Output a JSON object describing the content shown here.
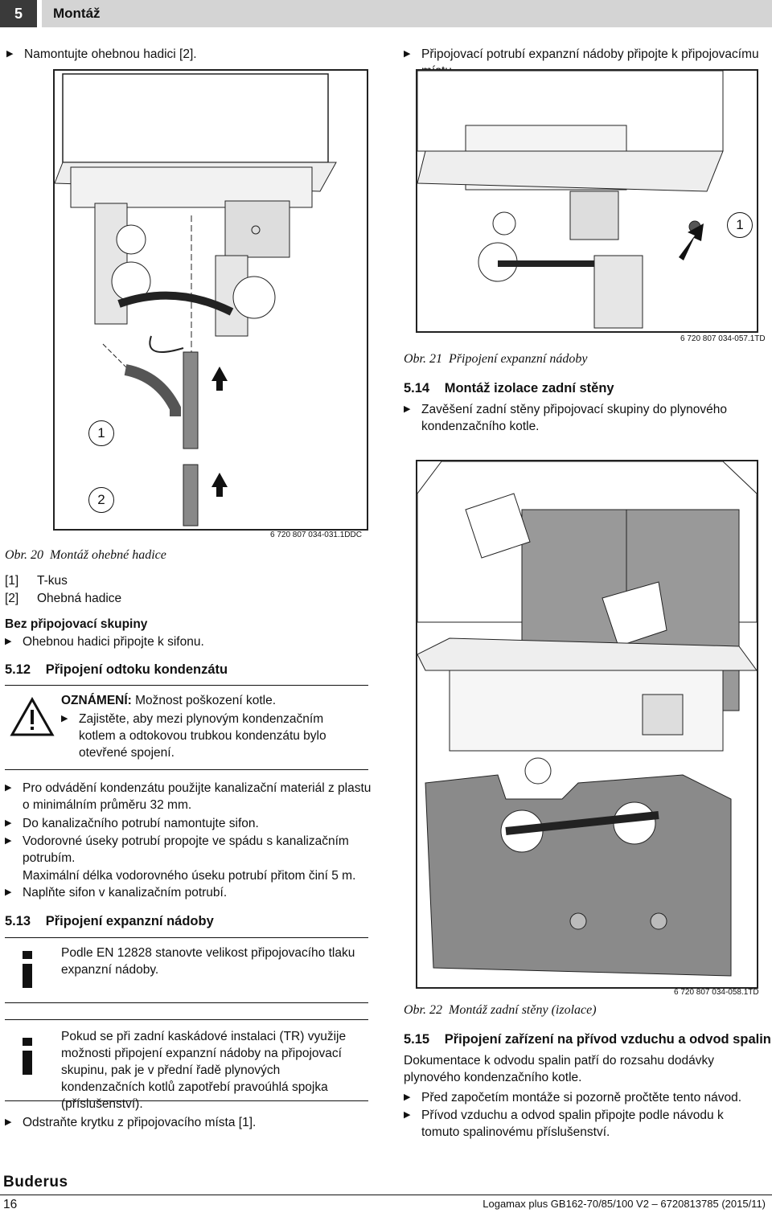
{
  "header": {
    "chapter_number": "5",
    "chapter_title": "Montáž"
  },
  "left": {
    "intro_step": "Namontujte ohebnou hadici [2].",
    "figure20": {
      "callouts": [
        "1",
        "2"
      ],
      "code": "6 720 807 034-031.1DDC",
      "caption_num": "Obr. 20",
      "caption_text": "Montáž ohebné hadice"
    },
    "legend": [
      {
        "key": "[1]",
        "text": "T-kus"
      },
      {
        "key": "[2]",
        "text": "Ohebná hadice"
      }
    ],
    "without_group_heading": "Bez připojovací skupiny",
    "without_group_step": "Ohebnou hadici připojte k sifonu.",
    "s512": {
      "number": "5.12",
      "title": "Připojení odtoku kondenzátu",
      "notice_label": "OZNÁMENÍ:",
      "notice_text": "Možnost poškození kotle.",
      "notice_step": "Zajistěte, aby mezi plynovým kondenzačním kotlem a odtokovou trubkou kondenzátu bylo otevřené spojení.",
      "steps": [
        "Pro odvádění kondenzátu použijte kanalizační materiál z plastu o minimálním průměru 32 mm.",
        "Do kanalizačního potrubí namontujte sifon.",
        "Vodorovné úseky potrubí propojte ve spádu s kanalizačním potrubím."
      ],
      "note": "Maximální délka vodorovného úseku potrubí přitom činí 5 m.",
      "last_step": "Naplňte sifon v kanalizačním potrubí."
    },
    "s513": {
      "number": "5.13",
      "title": "Připojení expanzní nádoby",
      "info1": "Podle EN 12828 stanovte velikost připojovacího tlaku expanzní nádoby.",
      "info2": "Pokud se při zadní kaskádové instalaci (TR) využije možnosti připojení expanzní nádoby na připojovací skupinu, pak je v přední řadě plynových kondenzačních kotlů zapotřebí pravoúhlá spojka (příslušenství).",
      "step": "Odstraňte krytku z připojovacího místa [1]."
    }
  },
  "right": {
    "intro_step": "Připojovací potrubí expanzní nádoby připojte k připojovacímu místu.",
    "figure21": {
      "callout": "1",
      "code": "6 720 807 034-057.1TD",
      "caption_num": "Obr. 21",
      "caption_text": "Připojení expanzní nádoby"
    },
    "s514": {
      "number": "5.14",
      "title": "Montáž izolace zadní stěny",
      "step": "Zavěšení zadní stěny připojovací skupiny do plynového kondenzačního kotle."
    },
    "figure22": {
      "code": "6 720 807 034-058.1TD",
      "caption_num": "Obr. 22",
      "caption_text": "Montáž zadní stěny (izolace)"
    },
    "s515": {
      "number": "5.15",
      "title": "Připojení zařízení na přívod vzduchu a odvod spalin",
      "text": "Dokumentace k odvodu spalin patří do rozsahu dodávky plynového kondenzačního kotle.",
      "steps": [
        "Před započetím montáže si pozorně pročtěte tento návod.",
        "Přívod vzduchu a odvod spalin připojte podle návodu k tomuto spalinovému příslušenství."
      ]
    }
  },
  "footer": {
    "brand": "Buderus",
    "page": "16",
    "doc": "Logamax plus GB162-70/85/100 V2 – 6720813785 (2015/11)"
  }
}
